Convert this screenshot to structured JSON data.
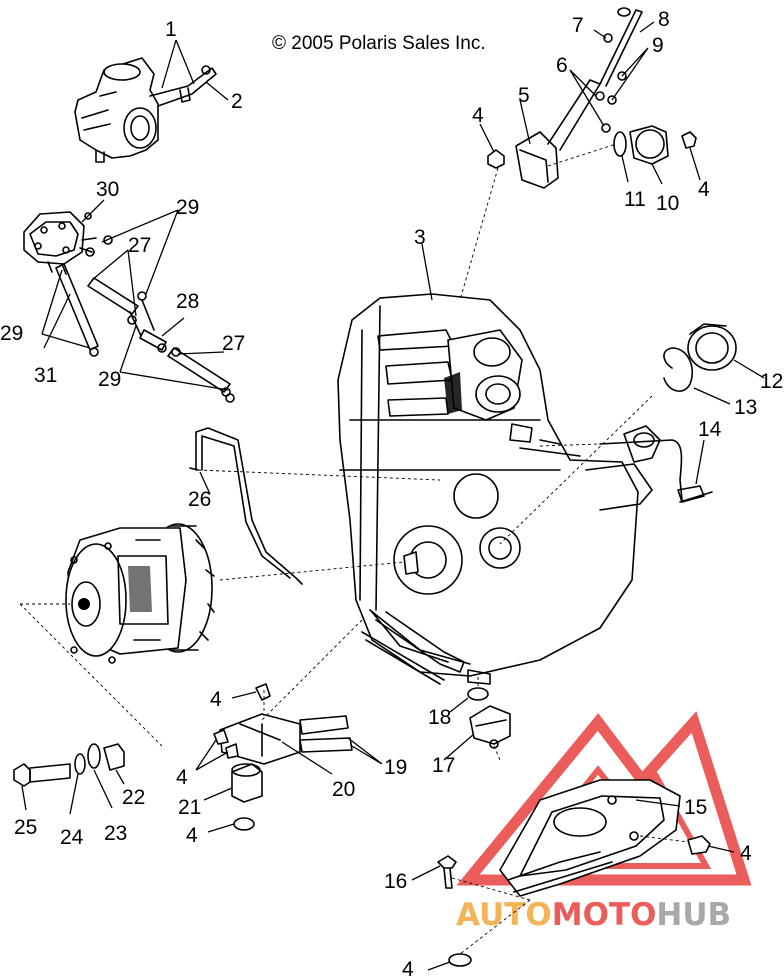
{
  "copyright": "© 2005 Polaris Sales Inc.",
  "watermark": {
    "part1": "AUTO",
    "part2": "MOTO",
    "part3": "HUB",
    "color_orange": "#f4a63a",
    "color_red": "#e8413f",
    "color_gray": "#9a9a9a"
  },
  "callouts": [
    {
      "id": "c1",
      "text": "1"
    },
    {
      "id": "c2",
      "text": "2"
    },
    {
      "id": "c3",
      "text": "3"
    },
    {
      "id": "c4a",
      "text": "4"
    },
    {
      "id": "c4b",
      "text": "4"
    },
    {
      "id": "c4c",
      "text": "4"
    },
    {
      "id": "c4d",
      "text": "4"
    },
    {
      "id": "c4e",
      "text": "4"
    },
    {
      "id": "c4f",
      "text": "4"
    },
    {
      "id": "c4g",
      "text": "4"
    },
    {
      "id": "c5",
      "text": "5"
    },
    {
      "id": "c6",
      "text": "6"
    },
    {
      "id": "c7",
      "text": "7"
    },
    {
      "id": "c8",
      "text": "8"
    },
    {
      "id": "c9",
      "text": "9"
    },
    {
      "id": "c10",
      "text": "10"
    },
    {
      "id": "c11",
      "text": "11"
    },
    {
      "id": "c12",
      "text": "12"
    },
    {
      "id": "c13",
      "text": "13"
    },
    {
      "id": "c14",
      "text": "14"
    },
    {
      "id": "c15",
      "text": "15"
    },
    {
      "id": "c16",
      "text": "16"
    },
    {
      "id": "c17",
      "text": "17"
    },
    {
      "id": "c18",
      "text": "18"
    },
    {
      "id": "c19",
      "text": "19"
    },
    {
      "id": "c20",
      "text": "20"
    },
    {
      "id": "c21",
      "text": "21"
    },
    {
      "id": "c22",
      "text": "22"
    },
    {
      "id": "c23",
      "text": "23"
    },
    {
      "id": "c24",
      "text": "24"
    },
    {
      "id": "c25",
      "text": "25"
    },
    {
      "id": "c26",
      "text": "26"
    },
    {
      "id": "c27a",
      "text": "27"
    },
    {
      "id": "c27b",
      "text": "27"
    },
    {
      "id": "c28",
      "text": "28"
    },
    {
      "id": "c29a",
      "text": "29"
    },
    {
      "id": "c29b",
      "text": "29"
    },
    {
      "id": "c29c",
      "text": "29"
    },
    {
      "id": "c30",
      "text": "30"
    },
    {
      "id": "c31",
      "text": "31"
    }
  ]
}
